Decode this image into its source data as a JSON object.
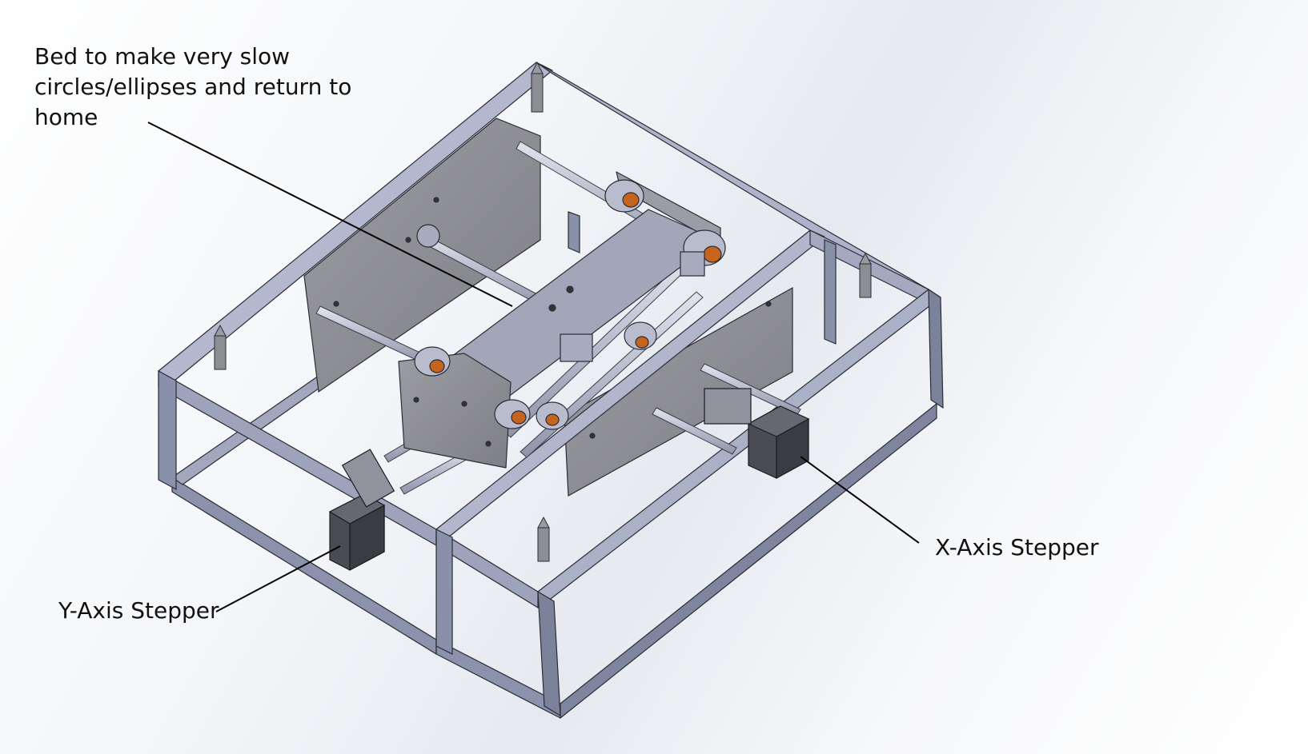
{
  "annotations": {
    "bed": "Bed to make very slow circles/ellipses and return to home",
    "y_axis_stepper": "Y-Axis Stepper",
    "x_axis_stepper": "X-Axis Stepper"
  },
  "colors": {
    "frame_fill": "#9aa0b8",
    "frame_top": "#b4b9cf",
    "frame_dark": "#7d839c",
    "plate": "#8e8f94",
    "rod": "#c3c6d4",
    "bearing_accent": "#c5641c",
    "motor": "#55575d",
    "leader_line": "#000000"
  }
}
